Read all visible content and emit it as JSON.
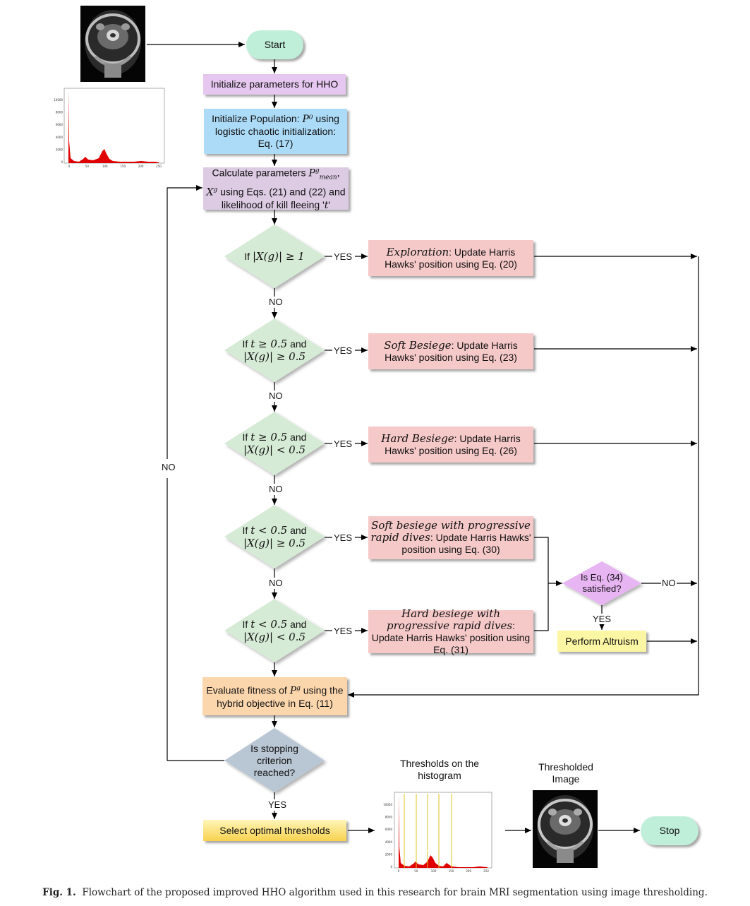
{
  "nodes": {
    "start": "Start",
    "init_params": "Initialize parameters for HHO",
    "init_pop": {
      "pre": "Initialize Population: ",
      "sym": "P⁰",
      "post": " using logistic chaotic initialization: Eq. (17)"
    },
    "calc": {
      "pre": "Calculate parameters ",
      "sym1": "P",
      "sym1_sup": "g",
      "sym1_sub": "mean",
      "sep": ",",
      "sym2": "X",
      "sym2_sup": "g",
      "mid": " using Eqs. (21) and (22) and likelihood of kill fleeing '",
      "sym3": "t",
      "end": "'"
    },
    "d1": {
      "pre": "If ",
      "math": "|X(g)| ≥ 1"
    },
    "d2": {
      "pre": "If ",
      "math1": "t ≥ 0.5",
      "and": " and",
      "math2": "|X(g)| ≥ 0.5"
    },
    "d3": {
      "pre": "If ",
      "math1": "t ≥ 0.5",
      "and": " and",
      "math2": "|X(g)| < 0.5"
    },
    "d4": {
      "pre": "If ",
      "math1": "t < 0.5",
      "and": " and",
      "math2": "|X(g)| ≥ 0.5"
    },
    "d5": {
      "pre": "If ",
      "math1": "t < 0.5",
      "and": " and",
      "math2": "|X(g)| < 0.5"
    },
    "a1": {
      "em": "Exploration",
      "rest": ": Update Harris Hawks' position using Eq. (20)"
    },
    "a2": {
      "em": "Soft Besiege",
      "rest": ": Update Harris Hawks' position using Eq. (23)"
    },
    "a3": {
      "em": "Hard Besiege",
      "rest": ": Update Harris Hawks' position using Eq. (26)"
    },
    "a4": {
      "em": "Soft besiege with progressive rapid dives",
      "rest": ": Update Harris Hawks' position using Eq. (30)"
    },
    "a5": {
      "em": "Hard besiege with progressive rapid dives",
      "rest": ": Update Harris Hawks' position using Eq. (31)"
    },
    "eq34": "Is Eq. (34) satisfied?",
    "altruism": "Perform Altruism",
    "evaluate": {
      "pre": "Evaluate fitness of ",
      "sym": "P",
      "sup": "g",
      "post": " using the hybrid objective in Eq. (11)"
    },
    "stopping": "Is stopping criterion reached?",
    "select": "Select optimal thresholds",
    "stop": "Stop"
  },
  "labels": {
    "yes": "YES",
    "no": "NO",
    "thresholds_hist": "Thresholds on the histogram",
    "thresholded_image": "Thresholded Image"
  },
  "histogram_top": {
    "type": "area",
    "yticks": [
      "10000",
      "8000",
      "6000",
      "4000",
      "2000",
      "0"
    ],
    "xticks": [
      "0",
      "50",
      "100",
      "150",
      "200",
      "250"
    ],
    "color": "#e00000"
  },
  "histogram_bottom": {
    "type": "area",
    "yticks": [
      "10000",
      "8000",
      "6000",
      "4000",
      "2000",
      "0"
    ],
    "xticks": [
      "0",
      "50",
      "100",
      "150",
      "200",
      "250"
    ],
    "thresholds_color": "#e0c020"
  },
  "caption": {
    "label": "Fig. 1.",
    "text": "Flowchart of the proposed improved HHO algorithm used in this research for brain MRI segmentation using image thresholding."
  },
  "colors": {
    "start_stop": "#bfeed9",
    "diamond": "#d6ebd6",
    "eq34_diamond": "#e8b5f3",
    "stopping_diamond": "#b9c6d3",
    "action": "#f6c9c9"
  }
}
